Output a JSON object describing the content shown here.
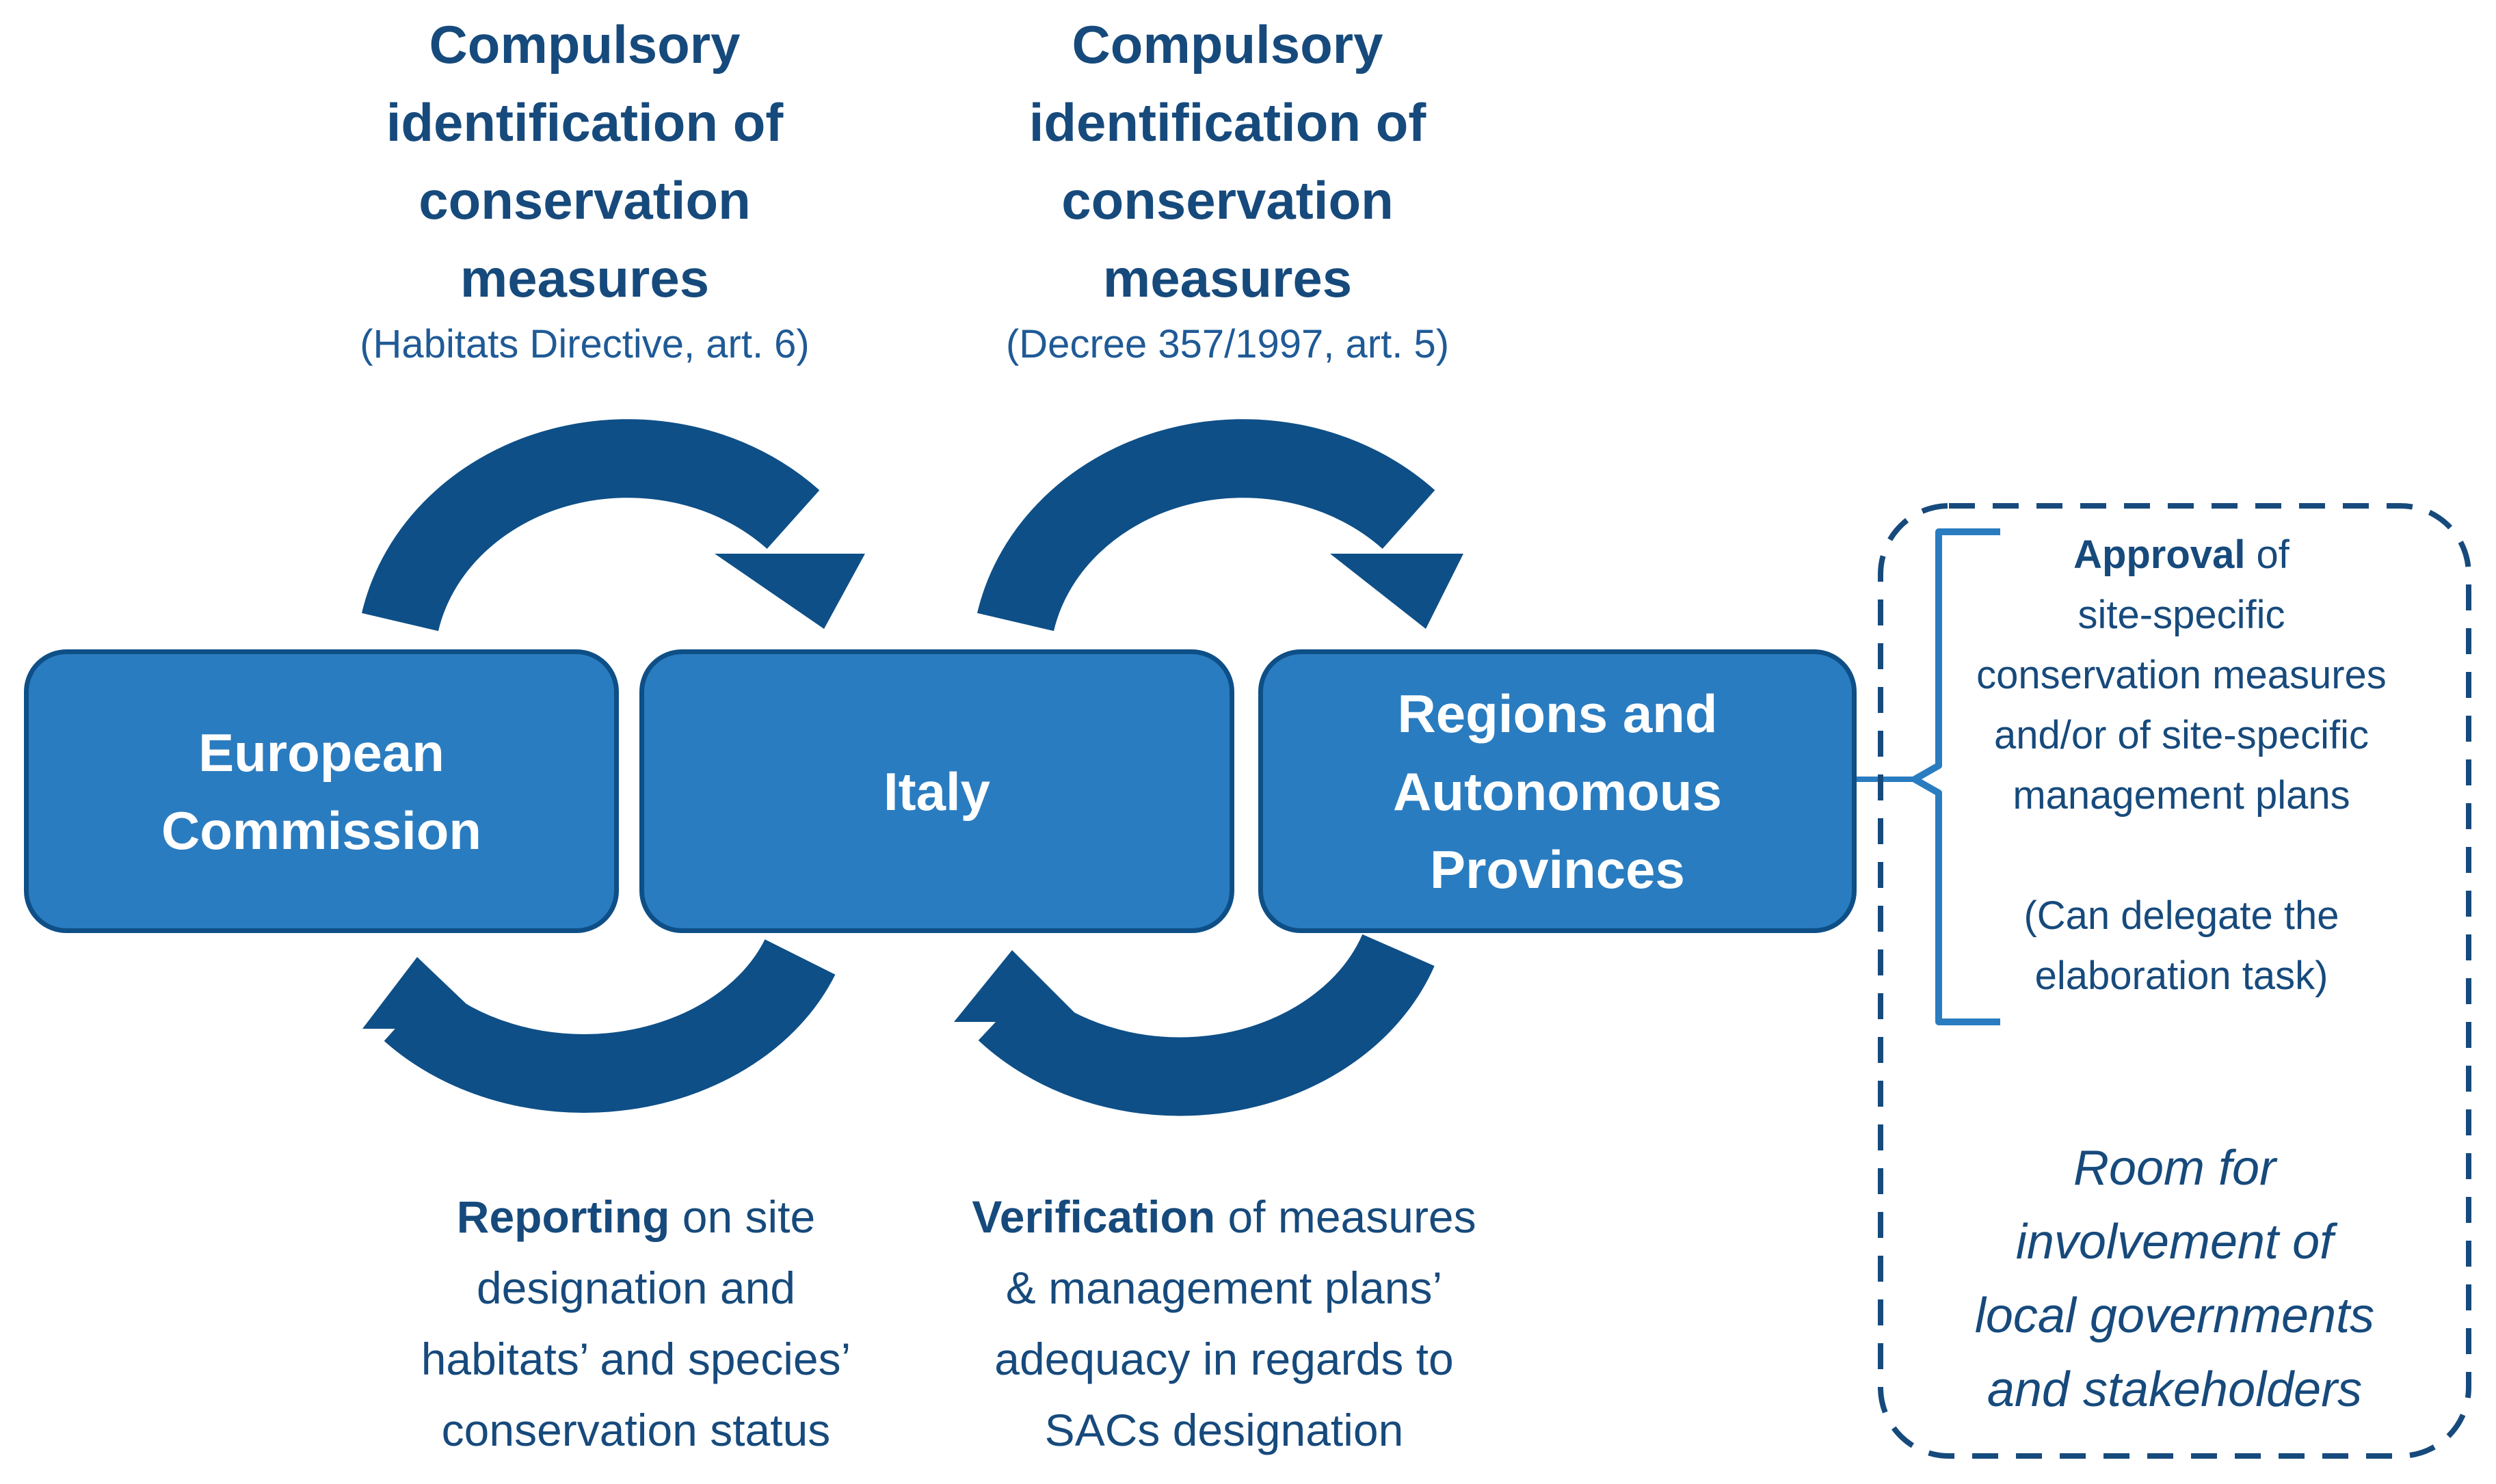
{
  "top_left": {
    "heading_lines": [
      "Compulsory",
      "identification of",
      "conservation",
      "measures"
    ],
    "ref": "(Habitats Directive, art. 6)"
  },
  "top_right": {
    "heading_lines": [
      "Compulsory",
      "identification of",
      "conservation",
      "measures"
    ],
    "ref": "(Decree 357/1997, art. 5)"
  },
  "boxes": {
    "european_commission": [
      "European",
      "Commission"
    ],
    "italy": [
      "Italy"
    ],
    "regions": [
      "Regions and",
      "Autonomous",
      "Provinces"
    ]
  },
  "bottom_left": {
    "bold": "Reporting",
    "rest": " on site",
    "lines": [
      "designation and",
      "habitats’ and species’",
      "conservation status"
    ]
  },
  "bottom_right": {
    "bold": "Verification",
    "rest": " of measures",
    "lines": [
      "& management plans’",
      "adequacy  in regards to",
      "SACs designation"
    ]
  },
  "side_panel": {
    "approval_bold": "Approval",
    "approval_rest": " of",
    "lines": [
      "site-specific",
      "conservation measures",
      "and/or of site-specific",
      "management plans"
    ],
    "delegate_lines": [
      "(Can delegate the",
      "elaboration task)"
    ],
    "room_lines": [
      "Room for",
      "involvement of",
      "local  governments",
      "and stakeholders"
    ]
  },
  "colors": {
    "box_fill": "#2a7cc0",
    "box_border": "#0e4f87",
    "arrow": "#0e4f87",
    "text": "#174a7c"
  }
}
